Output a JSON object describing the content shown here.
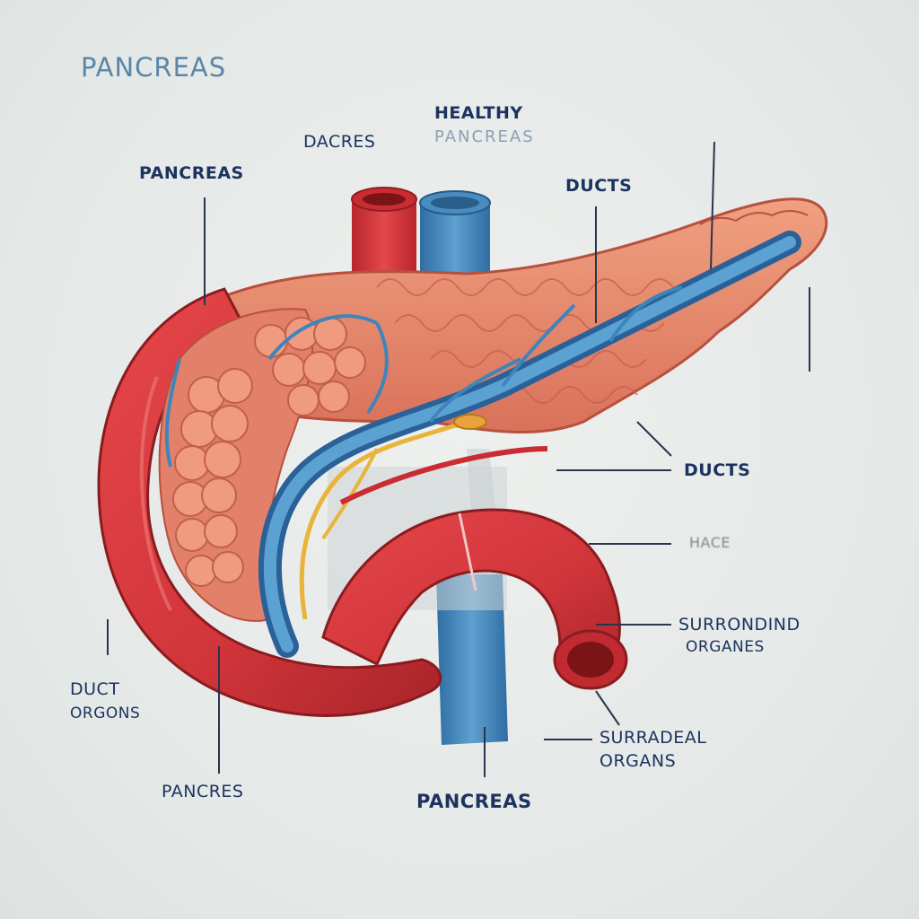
{
  "title": "PANCREAS",
  "labels": {
    "healthy_line1": "HEALTHY",
    "healthy_line2": "PANCREAS",
    "dacres": "DACRES",
    "pancreas_upper_left": "PANCREAS",
    "ducts_top": "DUCTS",
    "ducts_right": "DUCTS",
    "hace": "HACE",
    "surronding_line1": "SURRONDIND",
    "surronding_line2": "ORGANES",
    "duct_line1": "DUCT",
    "duct_line2": "ORGONS",
    "surradeal_line1": "SURRADEAL",
    "surradeal_line2": "ORGANS",
    "pancres_bottom_left": "PANCRES",
    "pancreas_bottom_center": "PANCREAS"
  },
  "colors": {
    "title": "#5a86a8",
    "label": "#1c3360",
    "tissue": "#e98a6c",
    "duodenum": "#d9363d",
    "vein": "#3b7fb6",
    "bile": "#e8b43a"
  },
  "icons": [
    "pancreas-illustration"
  ]
}
